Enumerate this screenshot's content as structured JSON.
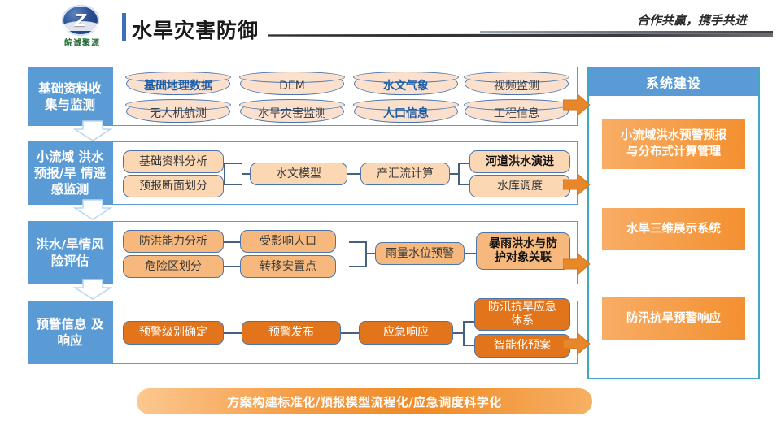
{
  "header": {
    "logo_text": "皖诚聚源",
    "logo_mark": "Z",
    "title": "水旱灾害防御",
    "slogan": "合作共赢，携手共进"
  },
  "colors": {
    "blue_label": "#5b9bd5",
    "panel_border": "#41a7c4",
    "orange_solid": "#e2751b",
    "peach": "#fbd7b4",
    "deep_peach": "#f6b87c",
    "cylinder": "#fbe1cd",
    "accent_blue": "#3f6fb5"
  },
  "flow": {
    "rows": [
      {
        "label": "基础资料收\n集与监测",
        "nodes": [
          {
            "text": "基础地理数据",
            "shape": "cylinder",
            "highlight": true
          },
          {
            "text": "DEM",
            "shape": "cylinder",
            "highlight": false
          },
          {
            "text": "水文气象",
            "shape": "cylinder",
            "highlight": true
          },
          {
            "text": "视频监测",
            "shape": "cylinder",
            "highlight": false
          },
          {
            "text": "无人机航测",
            "shape": "cylinder",
            "highlight": false
          },
          {
            "text": "水旱灾害监测",
            "shape": "cylinder",
            "highlight": false
          },
          {
            "text": "人口信息",
            "shape": "cylinder",
            "highlight": true
          },
          {
            "text": "工程信息",
            "shape": "cylinder",
            "highlight": false
          }
        ]
      },
      {
        "label": "小流域\n洪水预报/旱\n情遥感监测",
        "nodes": [
          {
            "text": "基础资料分析",
            "shape": "round-peach",
            "highlight": false
          },
          {
            "text": "预报断面划分",
            "shape": "round-peach",
            "highlight": false
          },
          {
            "text": "水文模型",
            "shape": "round-peach",
            "highlight": false
          },
          {
            "text": "产汇流计算",
            "shape": "round-peach",
            "highlight": false
          },
          {
            "text": "河道洪水演进",
            "shape": "round-peach",
            "highlight": true
          },
          {
            "text": "水库调度",
            "shape": "round-peach",
            "highlight": false
          }
        ]
      },
      {
        "label": "洪水/旱情风\n险评估",
        "nodes": [
          {
            "text": "防洪能力分析",
            "shape": "round-orange",
            "highlight": false
          },
          {
            "text": "危险区划分",
            "shape": "round-orange",
            "highlight": false
          },
          {
            "text": "受影响人口",
            "shape": "round-orange",
            "highlight": false
          },
          {
            "text": "转移安置点",
            "shape": "round-orange",
            "highlight": false
          },
          {
            "text": "雨量水位预警",
            "shape": "round-orange",
            "highlight": false
          },
          {
            "text": "暴雨洪水与防\n护对象关联",
            "shape": "round-orange",
            "highlight": true
          }
        ]
      },
      {
        "label": "预警信息\n及响应",
        "nodes": [
          {
            "text": "预警级别确定",
            "shape": "solid-orange",
            "highlight": false
          },
          {
            "text": "预警发布",
            "shape": "solid-orange",
            "highlight": false
          },
          {
            "text": "应急响应",
            "shape": "solid-orange",
            "highlight": false
          },
          {
            "text": "防汛抗旱应急\n体系",
            "shape": "solid-orange",
            "highlight": false
          },
          {
            "text": "智能化预案",
            "shape": "solid-orange",
            "highlight": false
          }
        ]
      }
    ]
  },
  "right_panel": {
    "title": "系统建设",
    "items": [
      {
        "text": "小流域洪水预警预报\n与分布式计算管理"
      },
      {
        "text": "水旱三维展示系统"
      },
      {
        "text": "防汛抗旱预警响应"
      }
    ]
  },
  "banner": {
    "text": "方案构建标准化/预报模型流程化/应急调度科学化"
  }
}
